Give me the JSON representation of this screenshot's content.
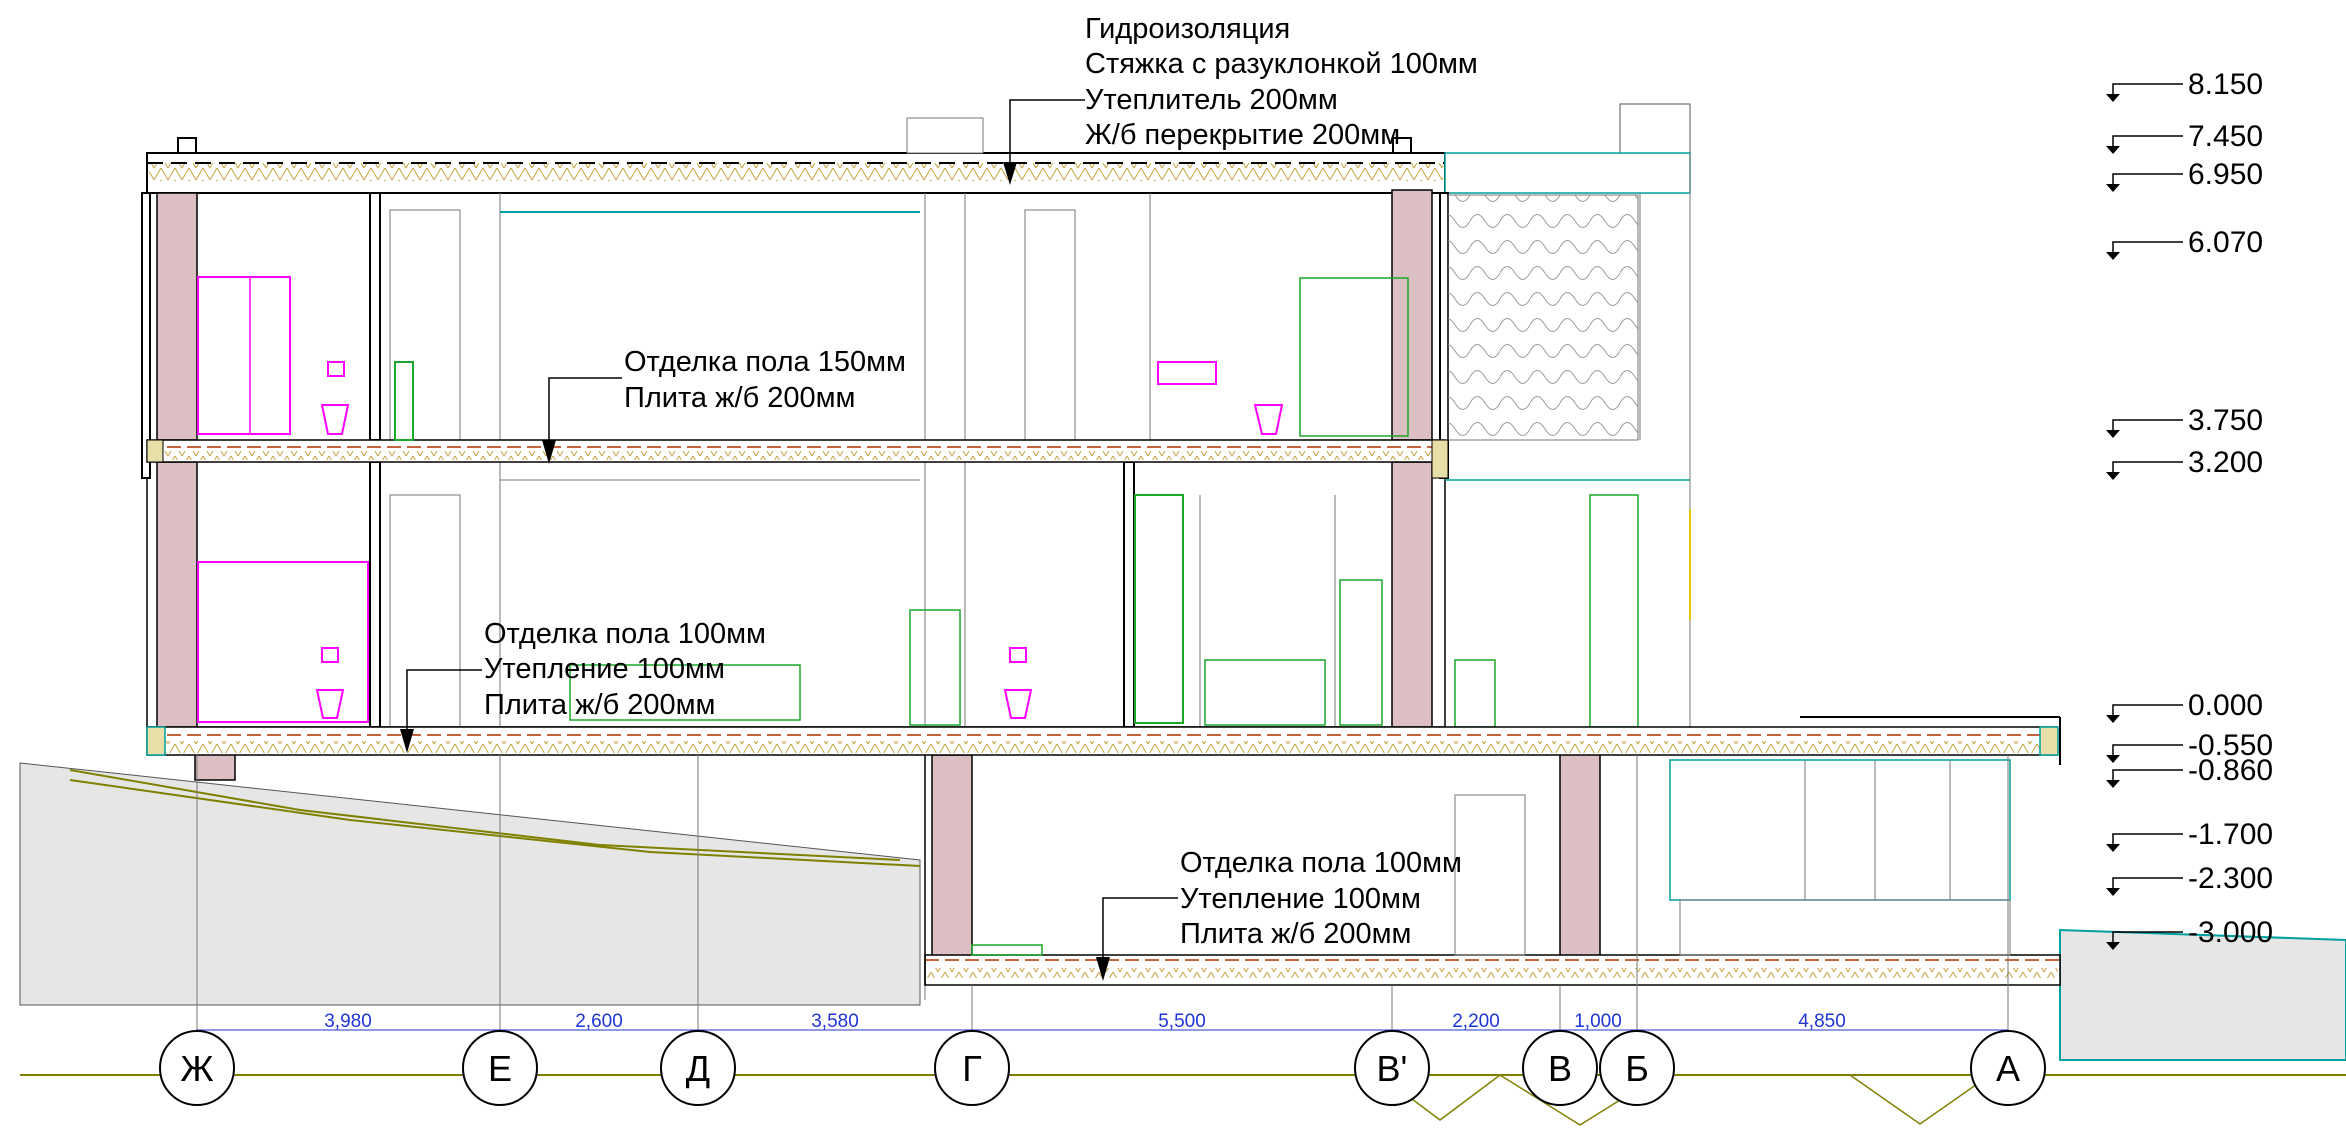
{
  "drawing": {
    "roof_note": [
      "Гидроизоляция",
      "Стяжка с разуклонкой 100мм",
      "Утеплитель 200мм",
      "Ж/б перекрытие 200мм"
    ],
    "second_floor_note": [
      "Отделка пола 150мм",
      "Плита ж/б 200мм"
    ],
    "first_floor_note": [
      "Отделка пола 100мм",
      "Утепление 100мм",
      "Плита ж/б 200мм"
    ],
    "basement_note": [
      "Отделка пола 100мм",
      "Утепление 100мм",
      "Плита ж/б 200мм"
    ],
    "levels": [
      "8.150",
      "7.450",
      "6.950",
      "6.070",
      "3.750",
      "3.200",
      "0.000",
      "-0.550",
      "-0.860",
      "-1.700",
      "-2.300",
      "-3.000"
    ],
    "dimensions": [
      "3,980",
      "2,600",
      "3,580",
      "5,500",
      "2,200",
      "1,000",
      "4,850"
    ],
    "axes": [
      "Ж",
      "Е",
      "Д",
      "Г",
      "В'",
      "В",
      "Б",
      "А"
    ]
  },
  "colors": {
    "column": "#dcbfc3",
    "slab_insulation": "#e8dfa8",
    "ground": "#e6e6e6",
    "plumbing": "#ff00ff",
    "furniture": "#1aa82a",
    "glass": "#00a0a0",
    "terrain": "#808000",
    "dimension": "#1f35d6"
  }
}
